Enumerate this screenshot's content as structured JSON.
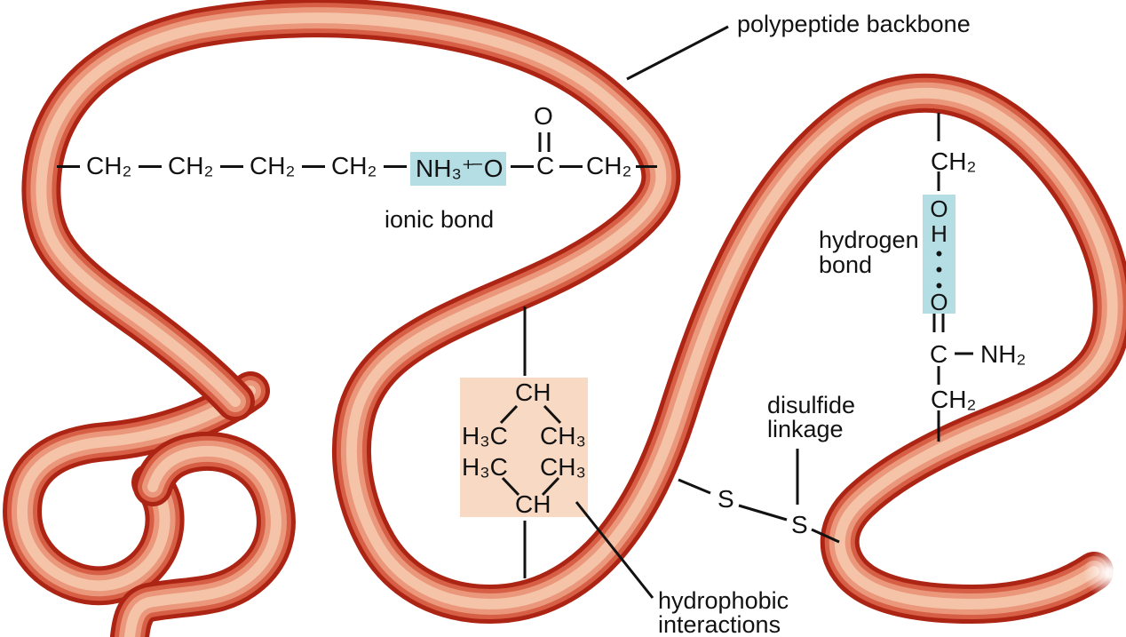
{
  "colors": {
    "background": "#ffffff",
    "ink": "#121212",
    "ribbon_edge": "#ac2414",
    "ribbon_mid": "#d65f45",
    "ribbon_salmon": "#ea977b",
    "ribbon_core": "#f5c3a8",
    "ionic_highlight": "#b5dde4",
    "hydrophobic_highlight": "#f7d9c4"
  },
  "labels": {
    "polypeptide_backbone": "polypeptide backbone",
    "ionic_bond": "ionic bond",
    "hydrogen_1": "hydrogen",
    "hydrogen_2": "bond",
    "disulfide_1": "disulfide",
    "disulfide_2": "linkage",
    "hydrophobic_1": "hydrophobic",
    "hydrophobic_2": "interactions"
  },
  "ionic_chain": {
    "groups": [
      "CH₂",
      "CH₂",
      "CH₂",
      "CH₂"
    ],
    "amine": "NH₃⁺",
    "oxygen": "⁻O",
    "carbonyl_c": "C",
    "carbonyl_o": "O",
    "terminal": "CH₂"
  },
  "hydrogen_bond": {
    "top_ch2": "CH₂",
    "o_top": "O",
    "h": "H",
    "dot": "•",
    "o_bottom": "O",
    "c": "C",
    "nh2": "NH₂",
    "bottom_ch2": "CH₂"
  },
  "hydrophobic": {
    "top": "CH",
    "row1_left": "H₃C",
    "row1_right": "CH₃",
    "row2_left": "H₃C",
    "row2_right": "CH₃",
    "bottom": "CH"
  },
  "disulfide": {
    "s_left": "S",
    "s_right": "S"
  }
}
